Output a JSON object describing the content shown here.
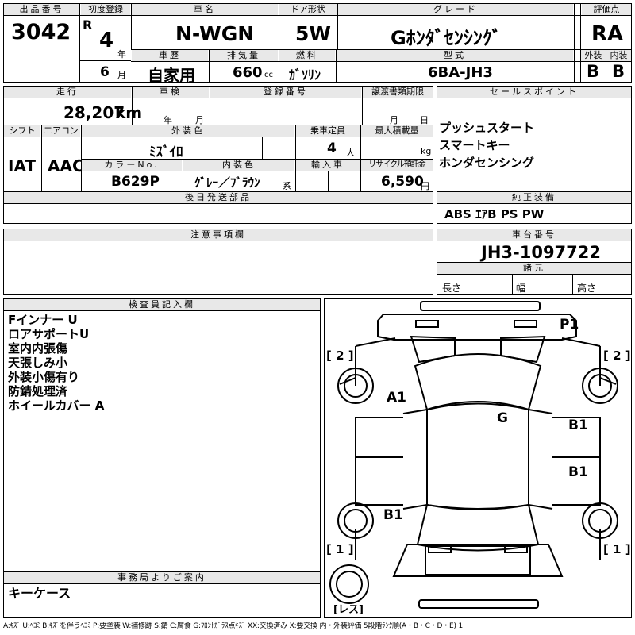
{
  "headers": {
    "lot_no": "出品番号",
    "first_reg": "初度登録",
    "car_name": "車名",
    "doors": "ドア形状",
    "grade": "グレード",
    "score": "評価点",
    "history": "車歴",
    "displacement": "排気量",
    "fuel": "燃料",
    "model": "型式",
    "exterior": "外装",
    "interior": "内装",
    "mileage": "走行",
    "inspection": "車検",
    "reg_no": "登録番号",
    "transfer_deadline": "譲渡書類期限",
    "sales_points": "セールスポイント",
    "shift": "シフト",
    "ac": "エアコン",
    "ext_color": "外装色",
    "capacity": "乗車定員",
    "max_load": "最大積載量",
    "color_no": "カラーNo.",
    "int_color": "内装色",
    "import": "輸入車",
    "recycle": "リサイクル預託金",
    "later_parts": "後日発送部品",
    "genuine_equip": "純正装備",
    "notes": "注意事項欄",
    "chassis_no": "車台番号",
    "dimensions": "諸元",
    "inspector": "検査員記入欄",
    "office": "事務局よりご案内"
  },
  "vehicle": {
    "lot_no": "3042",
    "era": "R",
    "year": "4",
    "year_unit": "年",
    "month": "6",
    "month_unit": "月",
    "name": "N-WGN",
    "doors": "5W",
    "grade": "Gﾎﾝﾀﾞｾﾝｼﾝｸﾞ",
    "score": "RA",
    "history": "自家用",
    "displacement": "660",
    "displacement_unit": "cc",
    "fuel": "ｶﾞｿﾘﾝ",
    "model": "6BA-JH3",
    "exterior": "B",
    "interior": "B",
    "mileage": "28,207",
    "mileage_unit": "km",
    "insp_year_unit": "年",
    "insp_month_unit": "月",
    "transfer_month_unit": "月",
    "transfer_day_unit": "日",
    "shift": "IAT",
    "ac": "AAC",
    "ext_color": "ﾐｽﾞｲﾛ",
    "capacity": "4",
    "capacity_unit": "人",
    "max_load_unit": "kg",
    "color_no": "B629P",
    "int_color": "ｸﾞﾚｰ／ﾌﾞﾗｳﾝ",
    "int_color_unit": "系",
    "recycle": "6,590",
    "recycle_unit": "円",
    "chassis_no": "JH3-1097722",
    "dim_length": "長さ",
    "dim_width": "幅",
    "dim_height": "高さ"
  },
  "sales_points": [
    "プッシュスタート",
    "スマートキー",
    "ホンダセンシング"
  ],
  "equipment": "ABS ｴｱB PS PW",
  "inspector_notes": [
    "Fインナー U",
    "ロアサポートU",
    "室内内張傷",
    "天張しみ小",
    "外装小傷有り",
    "防錆処理済",
    "ホイールカバー A"
  ],
  "office_note": "キーケース",
  "damage_marks": {
    "p1": "P1",
    "a1": "A1",
    "g": "G",
    "b1_right_top": "B1",
    "b1_right_bottom": "B1",
    "b1_left": "B1",
    "front_left": "[ 2 ]",
    "front_right": "[ 2 ]",
    "rear_left": "[ 1 ]",
    "rear_right": "[ 1 ]",
    "spare": "[レス]"
  },
  "legend": "A:ｷｽﾞ U:ﾍｺﾐ B:ｷｽﾞを伴うﾍｺﾐ P:要塗装 W:補修跡 S:錆 C:腐食 G:ﾌﾛﾝﾄｶﾞﾗｽ点ｷｽﾞ XX:交換済み X:要交換 内・外装評価 5段階ﾗﾝｸ順(A・B・C・D・E) 1"
}
